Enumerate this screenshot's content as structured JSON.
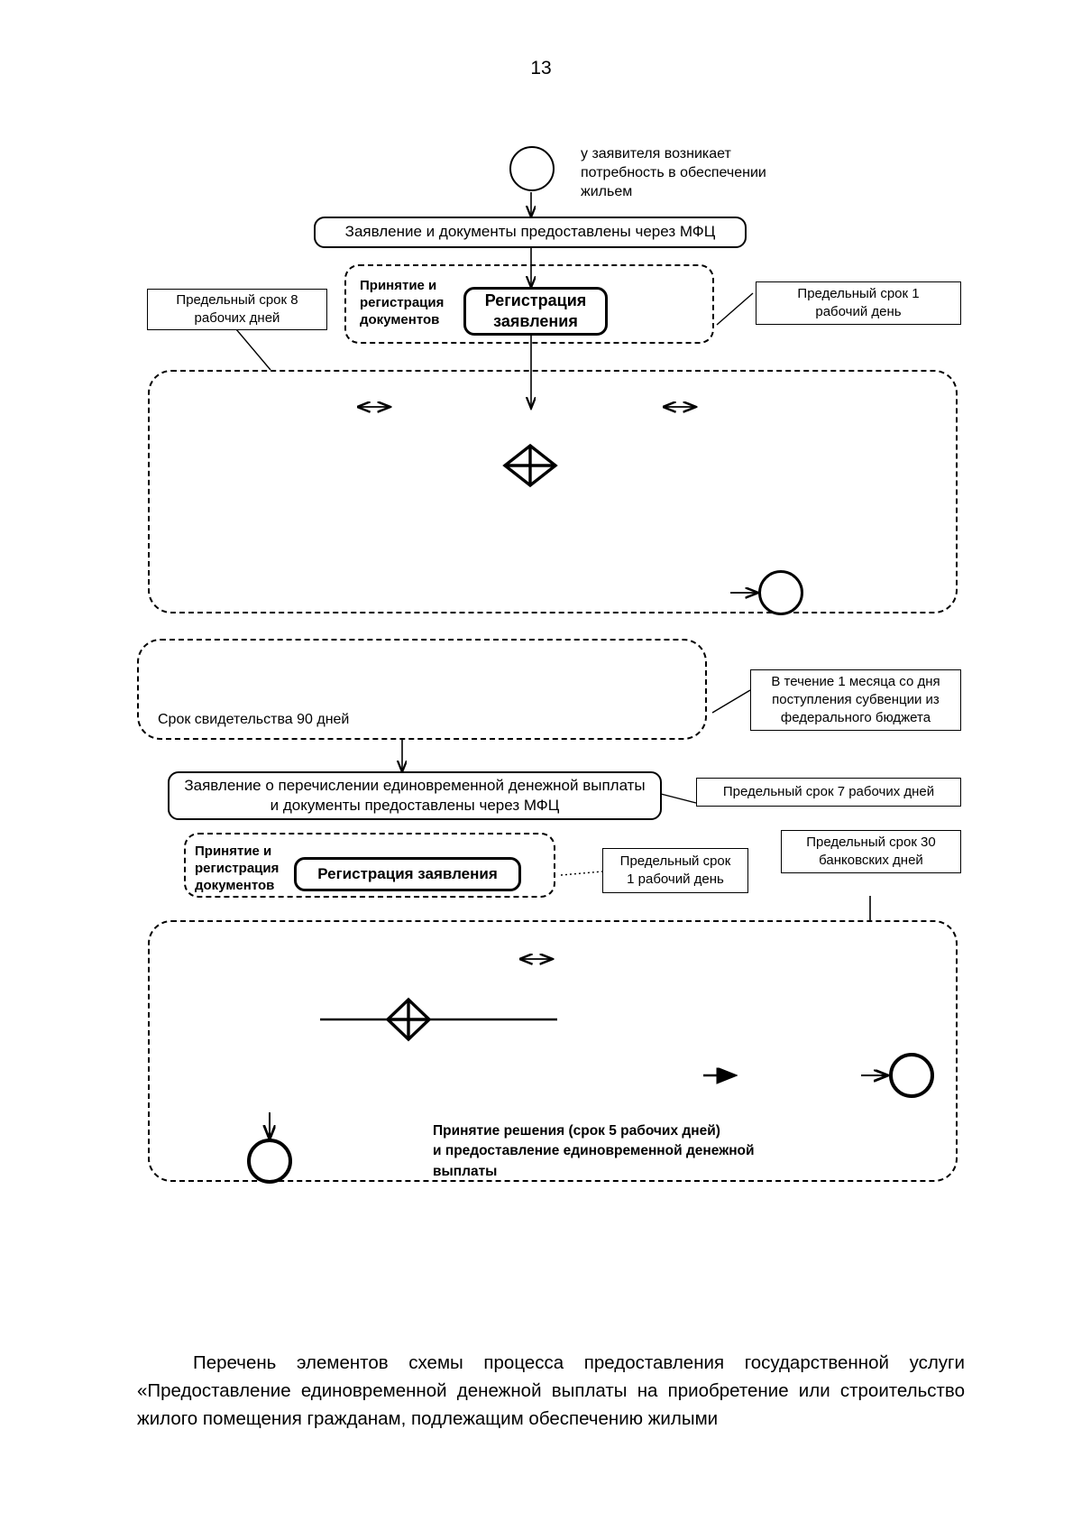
{
  "page": {
    "number": "13"
  },
  "diagram": {
    "type": "bpmn-process-flow",
    "start_event": {
      "icon": "start-event-circle",
      "annotation": "у заявителя возникает\nпотребность в обеспечении\nжильем"
    },
    "tasks": {
      "application_mfc": "Заявление и документы предоставлены через МФЦ",
      "registration_1": "Регистрация\nзаявления",
      "payment_request_mfc": "Заявление о перечислении единовременной денежной выплаты\nи документы предоставлены через МФЦ",
      "registration_2": "Регистрация заявления"
    },
    "lane_labels": {
      "acceptance_1": "Принятие и\nрегистрация\nдокументов",
      "acceptance_2": "Принятие и\nрегистрация\nдокументов",
      "certificate_term": "Срок свидетельства 90 дней",
      "decision": "Принятие решения (срок 5 рабочих дней)\nи предоставление единовременной денежной выплаты"
    },
    "annotations": {
      "term_8_working_days": "Предельный срок  8\nрабочих дней",
      "term_1_working_day_top": "Предельный срок  1\nрабочий день",
      "term_1_month_subvention": "В течение 1 месяца со дня\nпоступления субвенции из\nфедерального бюджета",
      "term_7_working_days": "Предельный срок 7 рабочих дней",
      "term_1_working_day_bottom": "Предельный срок\n1 рабочий день",
      "term_30_bank_days": "Предельный срок 30\nбанковских дней"
    },
    "gateways": {
      "gateway_1": "complex-gateway-diamond",
      "gateway_2": "complex-gateway-diamond"
    },
    "colors": {
      "stroke": "#000000",
      "background": "#ffffff"
    }
  },
  "footer": {
    "text": "Перечень элементов схемы процесса предоставления государственной услуги «Предоставление единовременной денежной выплаты на приобретение или строительство жилого помещения гражданам, подлежащим обеспечению жилыми"
  }
}
